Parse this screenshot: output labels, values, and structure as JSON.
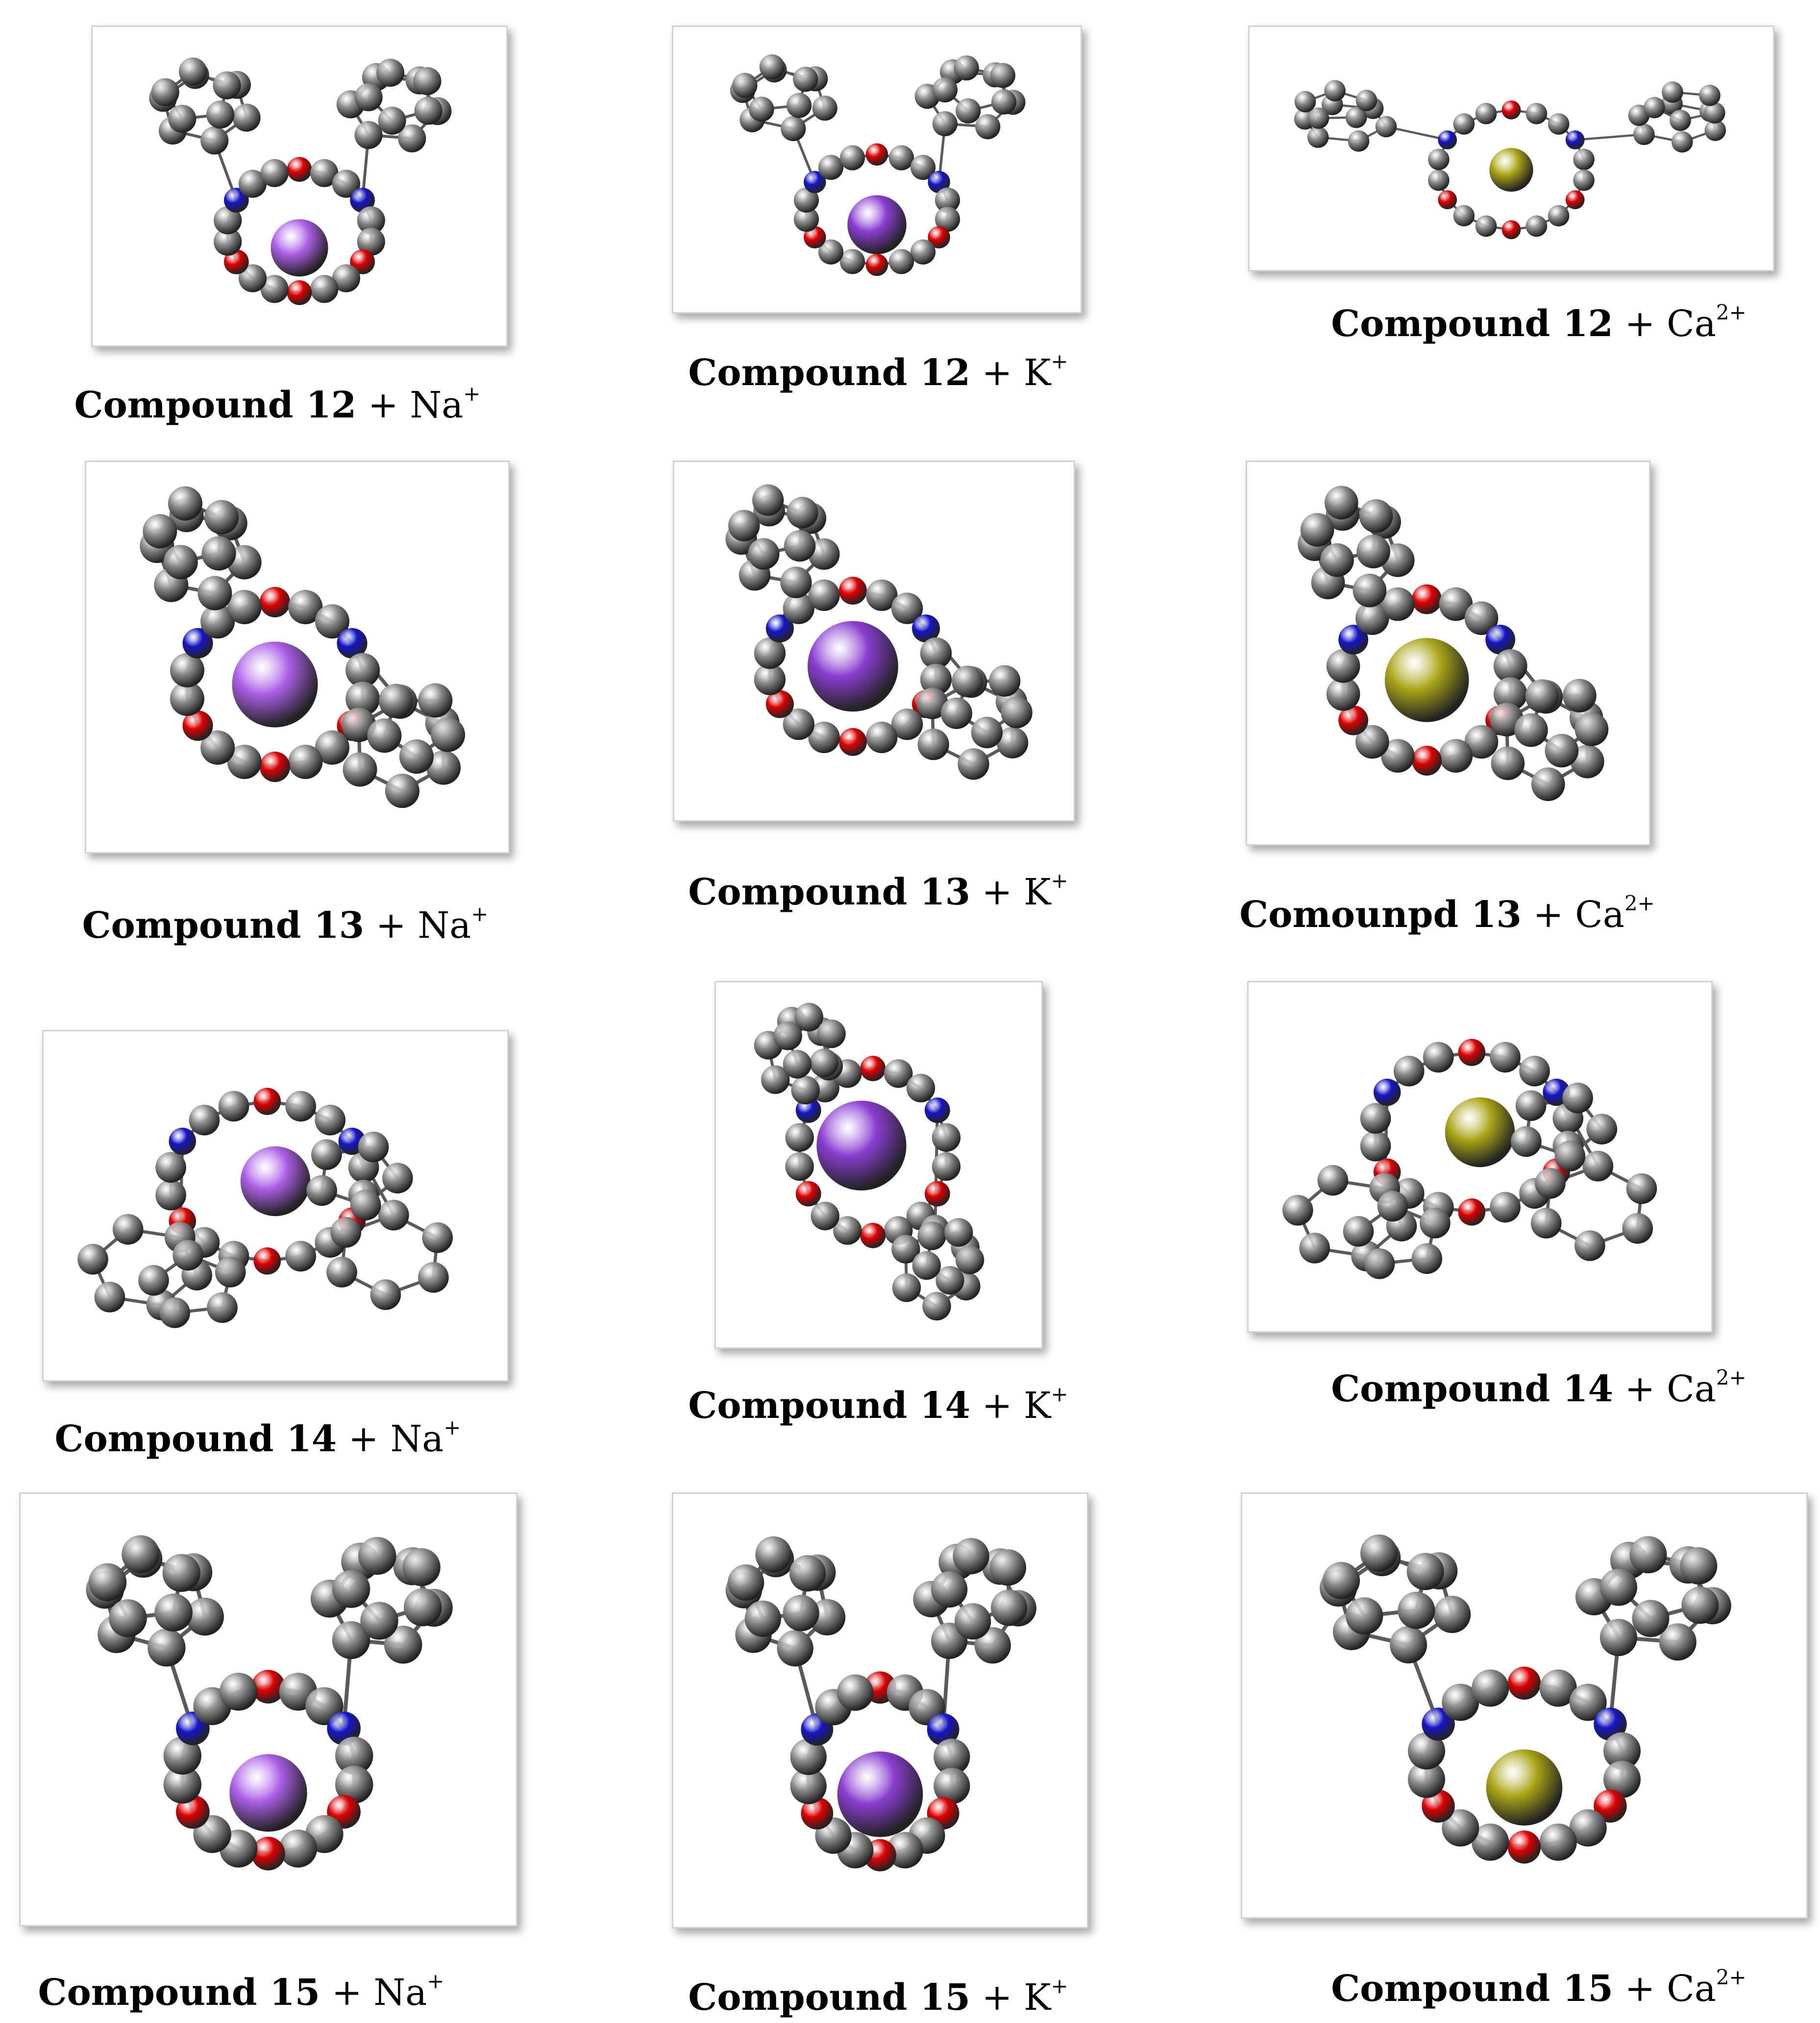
{
  "colors": {
    "carbon": "#8c8c8c",
    "oxygen": "#e00000",
    "nitrogen": "#1515c8",
    "sodium": "#ab5fe6",
    "potassium": "#8a3ed1",
    "calcium": "#aaa516",
    "bond": "#5a5a5a"
  },
  "complexes": [
    {
      "compound": "Compound 12",
      "ion_symbol": "Na",
      "ion_charge": "+",
      "ion_type": "sodium",
      "shape": "U"
    },
    {
      "compound": "Compound 12",
      "ion_symbol": "K",
      "ion_charge": "+",
      "ion_type": "potassium",
      "shape": "U"
    },
    {
      "compound": "Compound 12",
      "ion_symbol": "Ca",
      "ion_charge": "2+",
      "ion_type": "calcium",
      "shape": "wide"
    },
    {
      "compound": "Compound 13",
      "ion_symbol": "Na",
      "ion_charge": "+",
      "ion_type": "sodium",
      "shape": "twist"
    },
    {
      "compound": "Compound 13",
      "ion_symbol": "K",
      "ion_charge": "+",
      "ion_type": "potassium",
      "shape": "twist"
    },
    {
      "compound": "Comounpd 13",
      "ion_symbol": "Ca",
      "ion_charge": "2+",
      "ion_type": "calcium",
      "shape": "twist"
    },
    {
      "compound": "Compound 14",
      "ion_symbol": "Na",
      "ion_charge": "+",
      "ion_type": "sodium",
      "shape": "wrapped"
    },
    {
      "compound": "Compound 14",
      "ion_symbol": "K",
      "ion_charge": "+",
      "ion_type": "potassium",
      "shape": "tall"
    },
    {
      "compound": "Compound 14",
      "ion_symbol": "Ca",
      "ion_charge": "2+",
      "ion_type": "calcium",
      "shape": "wrapped"
    },
    {
      "compound": "Compound 15",
      "ion_symbol": "Na",
      "ion_charge": "+",
      "ion_type": "sodium",
      "shape": "U"
    },
    {
      "compound": "Compound 15",
      "ion_symbol": "K",
      "ion_charge": "+",
      "ion_type": "potassium",
      "shape": "U"
    },
    {
      "compound": "Compound 15",
      "ion_symbol": "Ca",
      "ion_charge": "2+",
      "ion_type": "calcium",
      "shape": "U"
    }
  ]
}
